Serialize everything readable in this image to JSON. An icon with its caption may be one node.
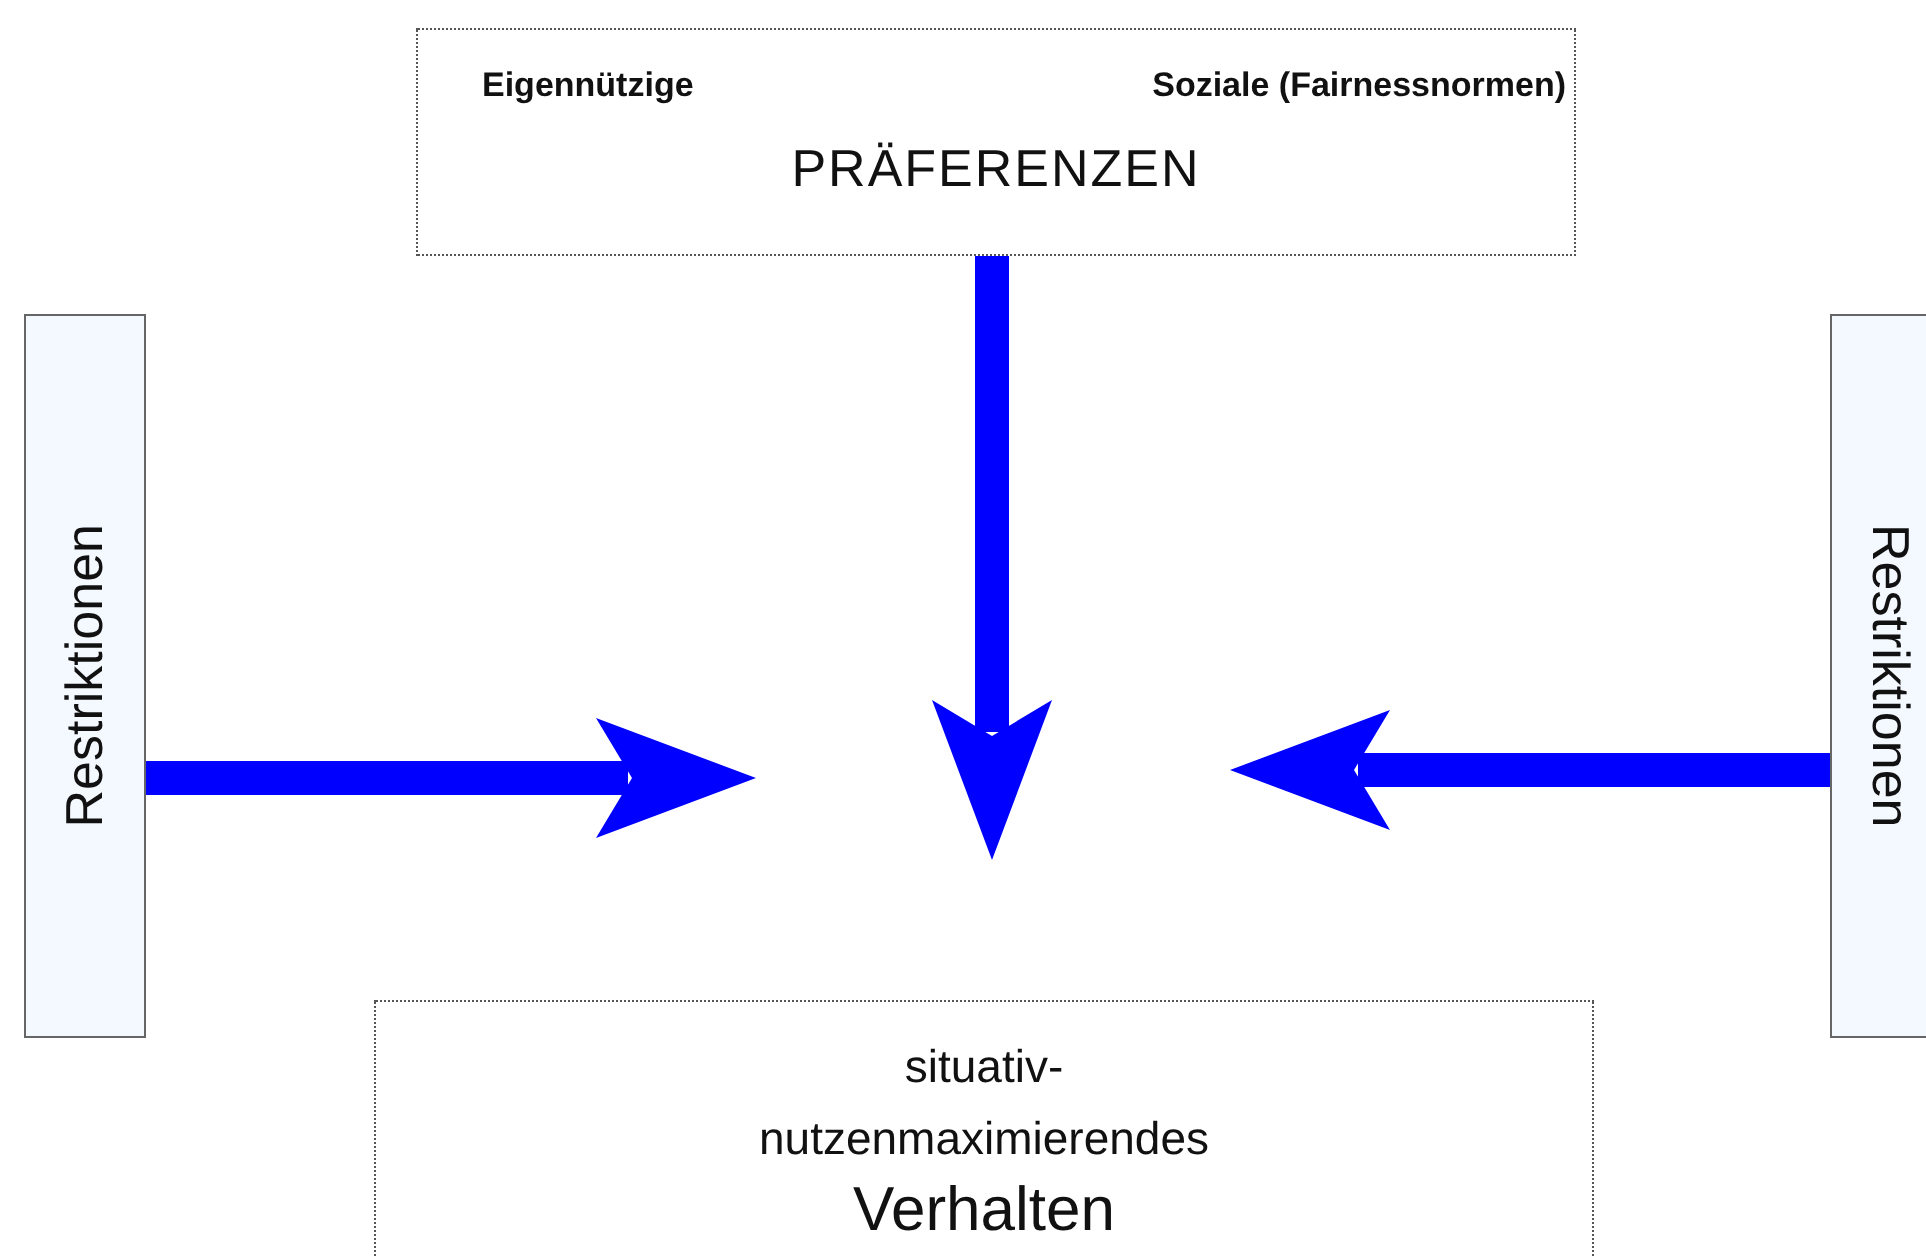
{
  "diagram": {
    "nodes": [
      {
        "text": [
          "Eigennützige",
          "Soziale (Fairnessnormen)",
          "PRÄFERENZEN"
        ]
      },
      {
        "text": [
          "Restriktionen"
        ]
      },
      {
        "text": [
          "Restriktionen"
        ]
      },
      {
        "text": [
          "situativ- nutzenmaximierendes",
          "Verhalten"
        ]
      }
    ],
    "edges": [
      {
        "from": 0,
        "to": null,
        "arrow": "to"
      },
      {
        "from": 1,
        "to": null,
        "arrow": "to"
      },
      {
        "from": 2,
        "to": null,
        "arrow": "to"
      }
    ]
  }
}
